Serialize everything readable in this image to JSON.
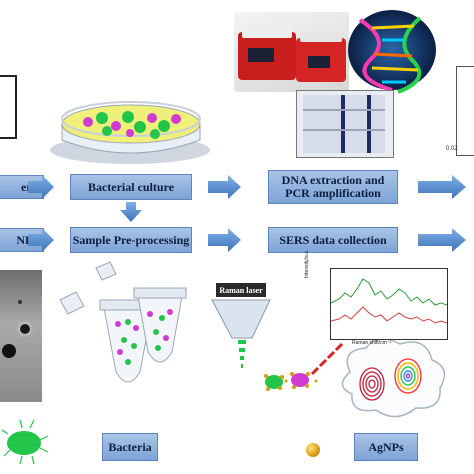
{
  "boxes": {
    "left_top": "ent",
    "left_bottom": "NPs",
    "bacterial_culture": "Bacterial culture",
    "sample_preprocessing": "Sample Pre-processing",
    "dna_line1": "DNA extraction and",
    "dna_line2": "PCR amplification",
    "sers": "SERS data collection"
  },
  "legend": {
    "bacteria": "Bacteria",
    "agnps": "AgNPs"
  },
  "raman_laser": "Raman laser",
  "spectrum": {
    "ylabel": "Intensity/a.u.",
    "xlabel": "Raman shift/cm⁻¹"
  },
  "micrograph_scale": "0.02",
  "colors": {
    "box_fill": "#8fb2df",
    "arrow": "#4f86c6",
    "bacteria_green": "#22c44a",
    "bacteria_magenta": "#d23bd2",
    "agnp_gold": "#d89a12"
  }
}
